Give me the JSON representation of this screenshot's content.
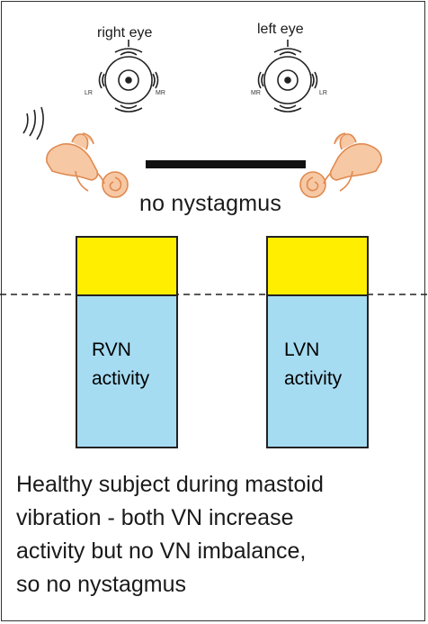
{
  "colors": {
    "adaptation_box": "#ffee00",
    "activity_box": "#a6dcf2",
    "ear": "#f0a878",
    "outline": "#222222"
  },
  "eyes": {
    "right": {
      "label": "right eye",
      "lateral": "LR",
      "medial": "MR"
    },
    "left": {
      "label": "left eye",
      "medial": "MR",
      "lateral": "LR"
    }
  },
  "status": "no nystagmus",
  "bars": [
    {
      "line1": "RVN",
      "line2": "activity"
    },
    {
      "line1": "LVN",
      "line2": "activity"
    }
  ],
  "caption": [
    "Healthy subject during mastoid",
    "vibration - both VN increase",
    "activity but no VN imbalance,",
    "so no nystagmus"
  ]
}
